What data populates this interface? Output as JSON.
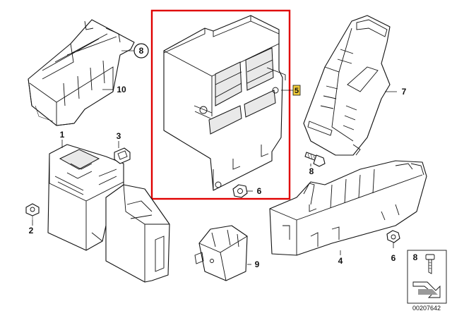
{
  "colors": {
    "highlight": "#e00000",
    "line": "#111111",
    "marker_fill": "#f1cc3a"
  },
  "callouts": {
    "c8_top": "8",
    "c10": "10",
    "c5": "5",
    "c7": "7",
    "c1": "1",
    "c3": "3",
    "c2": "2",
    "c6_mid": "6",
    "c8_mid": "8",
    "c4": "4",
    "c6_right": "6",
    "c9": "9"
  },
  "legend": {
    "part_number": "8"
  },
  "diagram_id": "00207642",
  "icons": {
    "screw": "screw-icon",
    "nut": "nut-icon",
    "page_arrow": "page-arrow-icon"
  }
}
